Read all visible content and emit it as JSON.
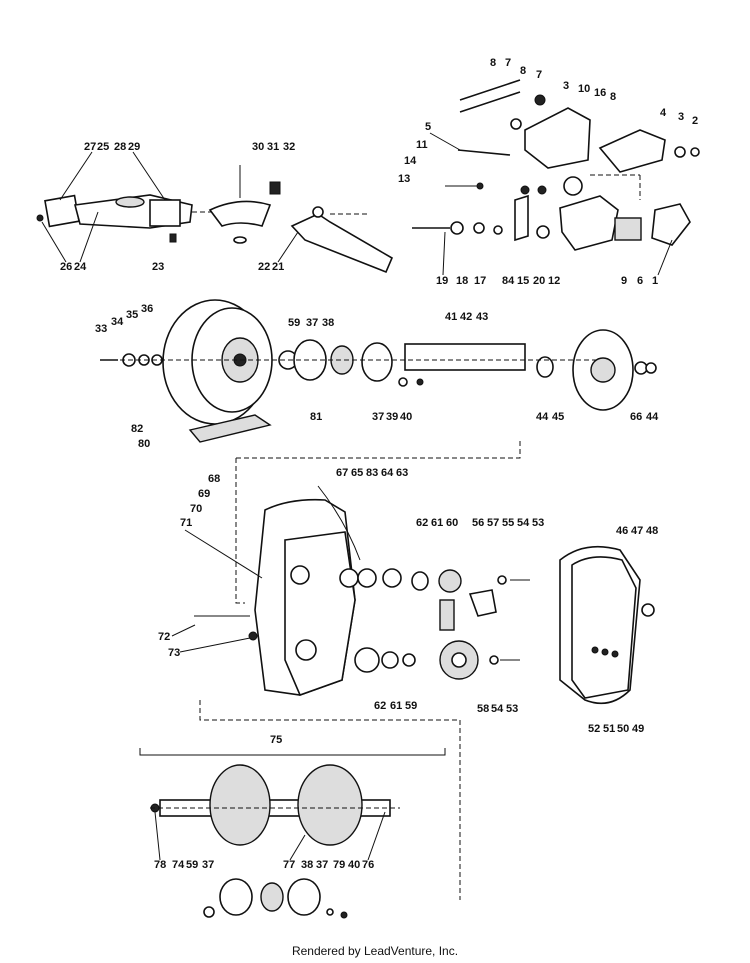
{
  "footer": {
    "text": "Rendered by LeadVenture, Inc."
  },
  "callouts": {
    "c1": "1",
    "c2": "2",
    "c3": "3",
    "c4": "4",
    "c5": "5",
    "c6": "6",
    "c7": "7",
    "c8": "8",
    "c9": "9",
    "c10": "10",
    "c11": "11",
    "c12": "12",
    "c13": "13",
    "c14": "14",
    "c15": "15",
    "c16": "16",
    "c17": "17",
    "c18": "18",
    "c19": "19",
    "c20": "20",
    "c21": "21",
    "c22": "22",
    "c23": "23",
    "c24": "24",
    "c25": "25",
    "c26": "26",
    "c27": "27",
    "c28": "28",
    "c29": "29",
    "c30": "30",
    "c31": "31",
    "c32": "32",
    "c33": "33",
    "c34": "34",
    "c35": "35",
    "c36": "36",
    "c37": "37",
    "c38": "38",
    "c39": "39",
    "c40": "40",
    "c41": "41",
    "c42": "42",
    "c43": "43",
    "c44": "44",
    "c45": "45",
    "c46": "46",
    "c47": "47",
    "c48": "48",
    "c49": "49",
    "c50": "50",
    "c51": "51",
    "c52": "52",
    "c53": "53",
    "c54": "54",
    "c55": "55",
    "c56": "56",
    "c57": "57",
    "c58": "58",
    "c59": "59",
    "c60": "60",
    "c61": "61",
    "c62": "62",
    "c63": "63",
    "c64": "64",
    "c65": "65",
    "c66": "66",
    "c67": "67",
    "c68": "68",
    "c69": "69",
    "c70": "70",
    "c71": "71",
    "c72": "72",
    "c73": "73",
    "c74": "74",
    "c75": "75",
    "c76": "76",
    "c77": "77",
    "c78": "78",
    "c79": "79",
    "c80": "80",
    "c81": "81",
    "c82": "82",
    "c83": "83",
    "c84": "84"
  }
}
